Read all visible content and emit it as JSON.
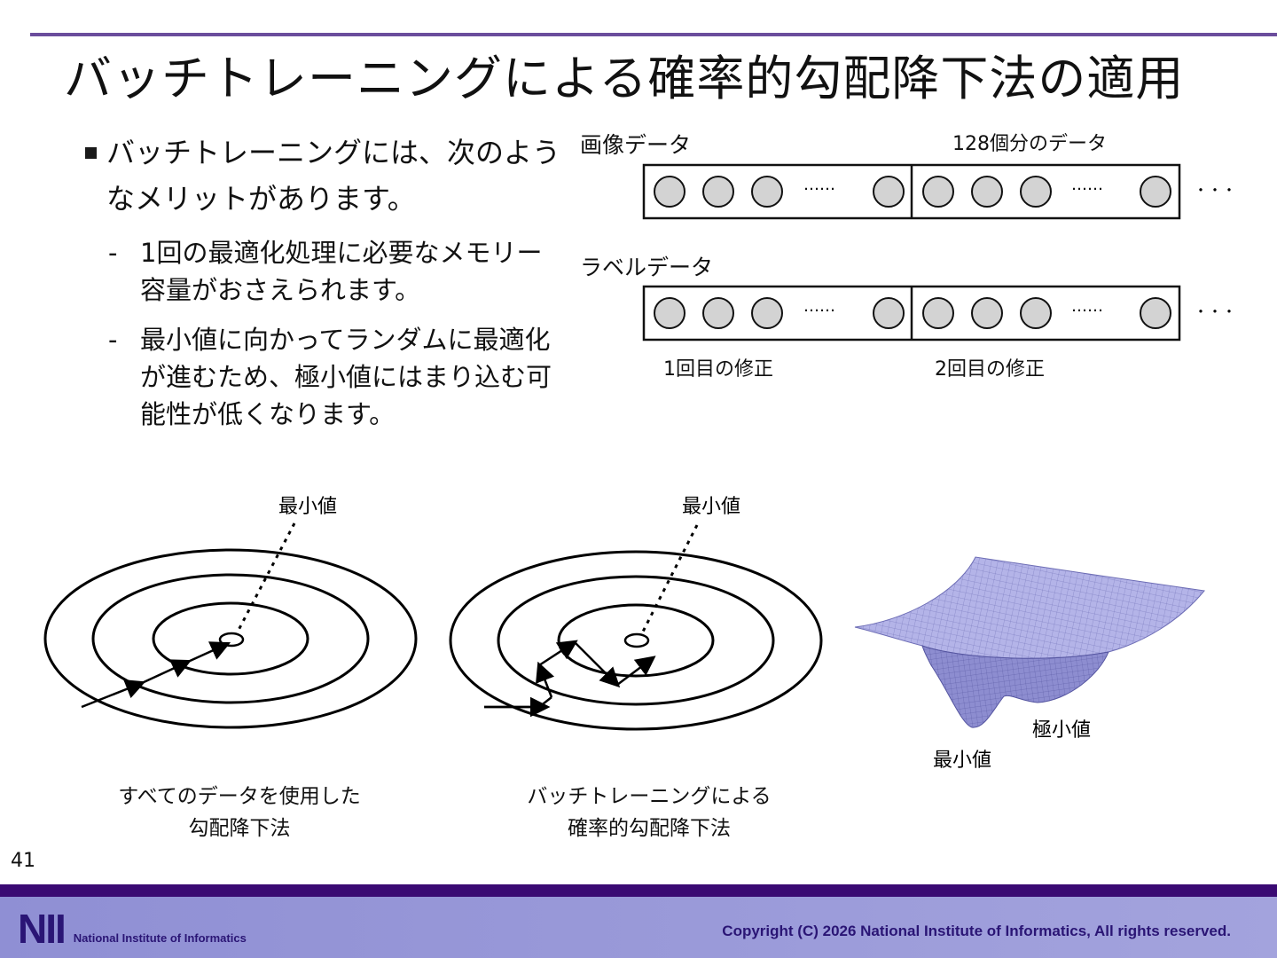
{
  "slide": {
    "title": "バッチトレーニングによる確率的勾配降下法の適用",
    "page_number": "41"
  },
  "bullets": {
    "main": "バッチトレーニングには、次のようなメリットがあります。",
    "sub": [
      "1回の最適化処理に必要なメモリー容量がおさえられます。",
      "最小値に向かってランダムに最適化が進むため、極小値にはまり込む可能性が低くなります。"
    ],
    "dash": "-"
  },
  "data_diagram": {
    "image_label": "画像データ",
    "batch_label": "128個分のデータ",
    "label_label": "ラベルデータ",
    "ellipsis": "……",
    "continuation": "・・・",
    "first_update": "1回目の修正",
    "second_update": "2回目の修正"
  },
  "contour_plots": {
    "minimum_label": "最小値",
    "left_caption_line1": "すべてのデータを使用した",
    "left_caption_line2": "勾配降下法",
    "right_caption_line1": "バッチトレーニングによる",
    "right_caption_line2": "確率的勾配降下法"
  },
  "surface_plot": {
    "local_min_label": "極小値",
    "global_min_label": "最小値"
  },
  "footer": {
    "logo_mark": "NII",
    "logo_text": "National Institute of Informatics",
    "copyright": "Copyright (C) 2026 National Institute of Informatics, All rights reserved."
  },
  "colors": {
    "accent": "#6b4d9c",
    "footer_dark": "#3a0a73",
    "footer_light": "#9a9ad8",
    "circle_fill": "#d3d3d3",
    "surface": "#b3b3e6"
  }
}
